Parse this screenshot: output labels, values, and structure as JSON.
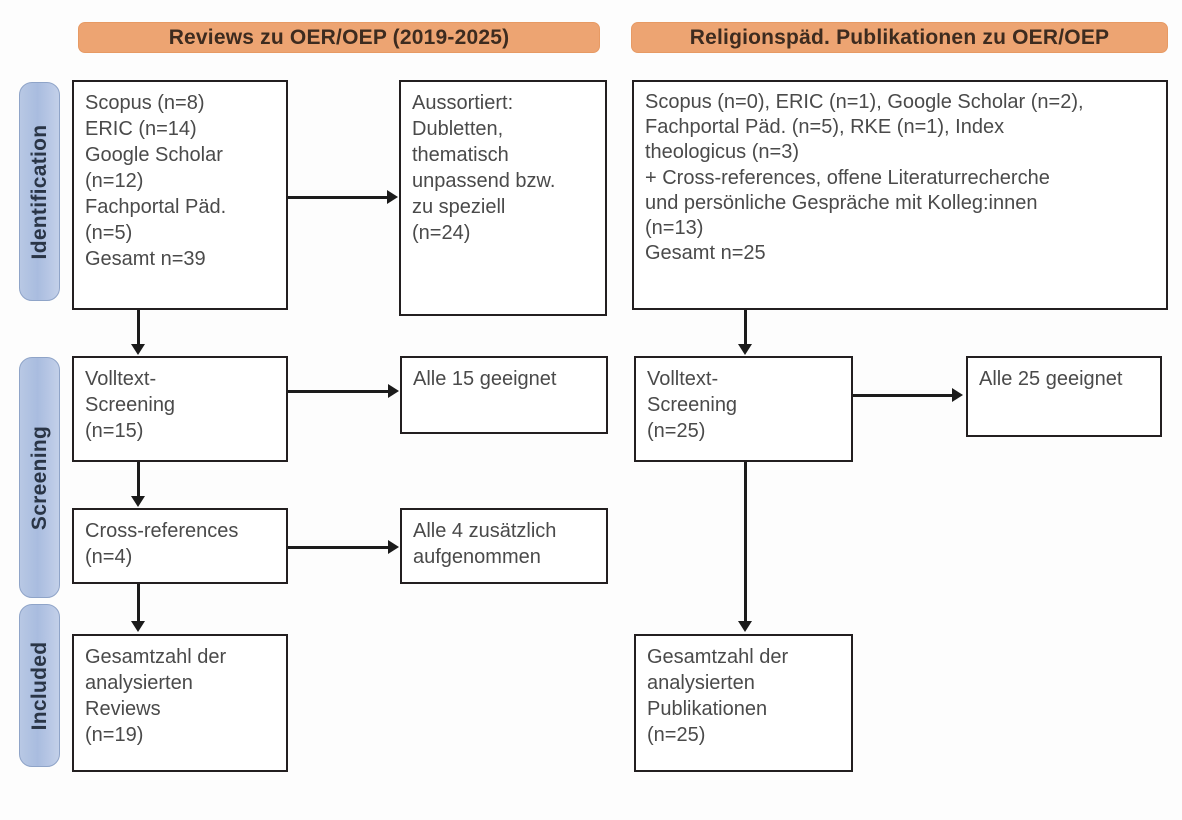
{
  "diagram": {
    "type": "prisma-flow",
    "title_left": "Reviews zu OER/OEP (2019-2025)",
    "title_right": "Religionspäd. Publikationen zu OER/OEP",
    "accent_header_color": "#eda472",
    "accent_stage_color": "#aec0e0",
    "box_border_color": "#231f20",
    "text_color": "#4a4a4a"
  },
  "stages": [
    {
      "label": "Identification"
    },
    {
      "label": "Screening"
    },
    {
      "label": "Included"
    }
  ],
  "left_column": {
    "header": "Reviews zu OER/OEP (2019-2025)",
    "identification_box": {
      "lines": [
        "Scopus (n=8)",
        "ERIC (n=14)",
        "Google Scholar",
        "(n=12)",
        "Fachportal Päd.",
        "(n=5)",
        "Gesamt n=39"
      ]
    },
    "excluded_box": {
      "lines": [
        "Aussortiert:",
        "Dubletten,",
        "thematisch",
        "unpassend bzw.",
        "zu speziell",
        "(n=24)"
      ]
    },
    "screening_box": {
      "lines": [
        "Volltext-",
        "Screening",
        "(n=15)"
      ]
    },
    "screening_result_box": {
      "lines": [
        "Alle 15 geeignet"
      ]
    },
    "crossref_box": {
      "lines": [
        "Cross-references",
        "(n=4)"
      ]
    },
    "crossref_result_box": {
      "lines": [
        "Alle 4 zusätzlich",
        "aufgenommen"
      ]
    },
    "included_box": {
      "lines": [
        "Gesamtzahl der",
        "analysierten",
        "Reviews",
        "(n=19)"
      ]
    }
  },
  "right_column": {
    "header": "Religionspäd. Publikationen zu OER/OEP",
    "identification_box": {
      "lines": [
        "Scopus (n=0), ERIC (n=1), Google Scholar (n=2),",
        "Fachportal Päd. (n=5), RKE (n=1), Index",
        "theologicus (n=3)",
        "+ Cross-references, offene Literaturrecherche",
        "und persönliche Gespräche mit Kolleg:innen",
        "(n=13)",
        "Gesamt n=25"
      ]
    },
    "screening_box": {
      "lines": [
        "Volltext-",
        "Screening",
        "(n=25)"
      ]
    },
    "screening_result_box": {
      "lines": [
        "Alle 25 geeignet"
      ]
    },
    "included_box": {
      "lines": [
        "Gesamtzahl der",
        "analysierten",
        "Publikationen",
        "(n=25)"
      ]
    }
  },
  "counts": {
    "left_scopus": 8,
    "left_eric": 14,
    "left_google_scholar": 12,
    "left_fachportal": 5,
    "left_total": 39,
    "left_excluded": 24,
    "left_fulltext_screening": 15,
    "left_crossrefs": 4,
    "left_included": 19,
    "right_scopus": 0,
    "right_eric": 1,
    "right_google_scholar": 2,
    "right_fachportal": 5,
    "right_rke": 1,
    "right_index_theologicus": 3,
    "right_additional": 13,
    "right_total": 25,
    "right_fulltext_screening": 25,
    "right_included": 25
  }
}
